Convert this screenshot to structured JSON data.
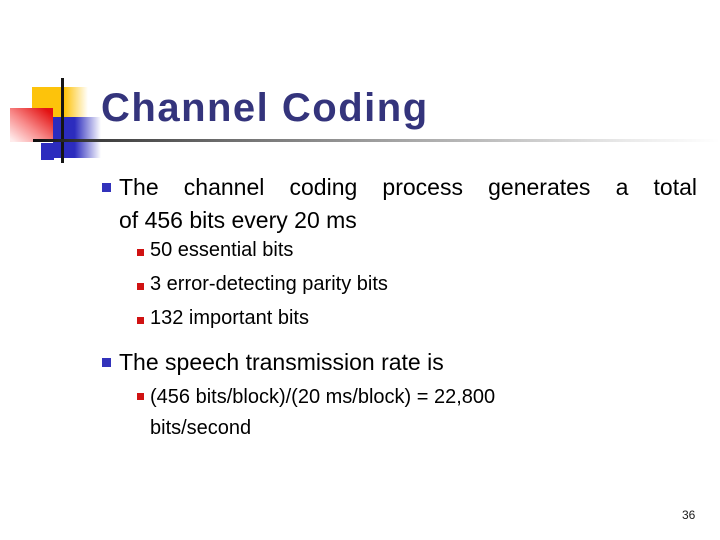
{
  "slide": {
    "title": "Channel Coding",
    "bullet1": {
      "line1": "The channel coding process generates a total",
      "line2": "of 456 bits every 20 ms"
    },
    "sub1": [
      "50 essential bits",
      "3 error-detecting parity bits",
      "132 important bits"
    ],
    "bullet2": "The speech transmission rate is",
    "sub2": {
      "line1": "(456 bits/block)/(20 ms/block) = 22,800",
      "line2": "bits/second"
    },
    "page_number": "36",
    "colors": {
      "title_text": "#34347c",
      "body_text": "#000000",
      "bullet_blue": "#3232bb",
      "bullet_red": "#d01212",
      "decor_yellow": "#fdc30b",
      "decor_blue": "#2c2cbe",
      "decor_red": "#e31212",
      "background": "#ffffff"
    }
  }
}
